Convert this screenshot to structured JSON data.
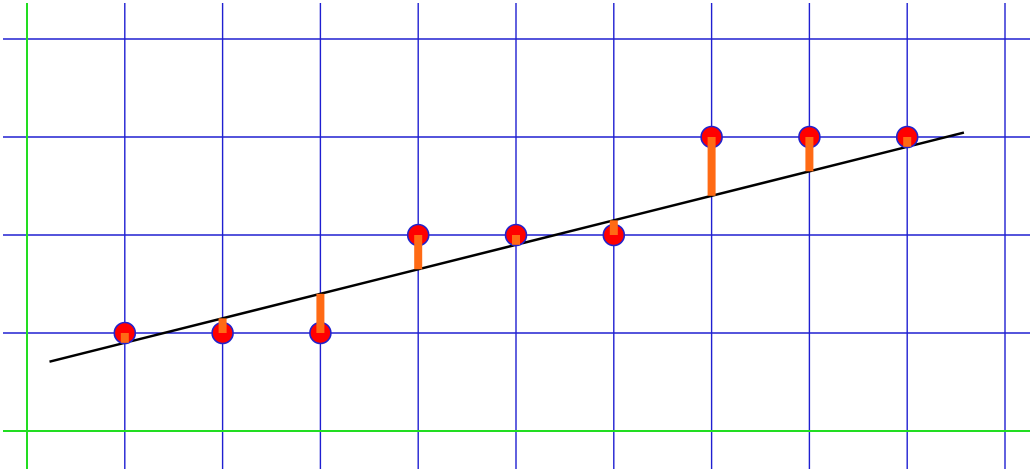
{
  "chart_data": {
    "type": "scatter",
    "title": "",
    "xlabel": "",
    "ylabel": "",
    "xlim": [
      -1,
      9
    ],
    "ylim": [
      0,
      4
    ],
    "grid": true,
    "points": [
      {
        "x": 0,
        "y": 1
      },
      {
        "x": 1,
        "y": 1
      },
      {
        "x": 2,
        "y": 1
      },
      {
        "x": 3,
        "y": 2
      },
      {
        "x": 4,
        "y": 2
      },
      {
        "x": 5,
        "y": 2
      },
      {
        "x": 6,
        "y": 3
      },
      {
        "x": 7,
        "y": 3
      },
      {
        "x": 8,
        "y": 3
      }
    ],
    "fit_line": {
      "slope": 0.25,
      "intercept": 0.9,
      "x_start": -0.77,
      "x_end": 8.58
    },
    "colors": {
      "grid": "#1f1fd1",
      "axes": "#22dd22",
      "line": "#000000",
      "point_fill": "#ff0000",
      "point_stroke": "#2222cc",
      "residual": "#ff6a14"
    }
  }
}
